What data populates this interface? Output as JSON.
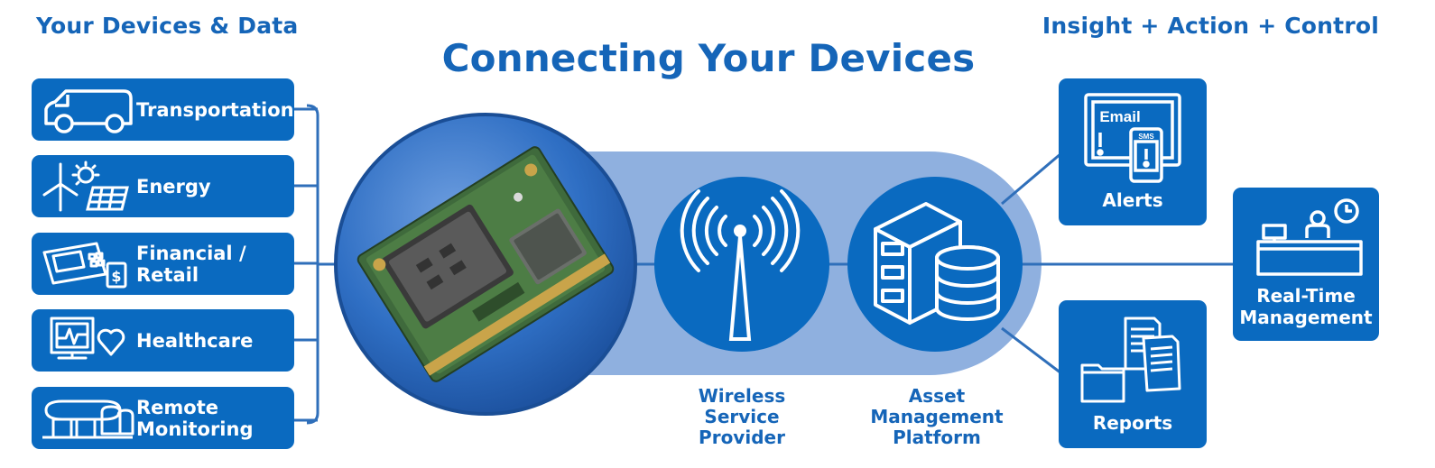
{
  "headings": {
    "left": "Your Devices & Data",
    "center": "Connecting Your Devices",
    "right": "Insight + Action + Control"
  },
  "categories": [
    {
      "label": "Transportation",
      "icon": "van-icon"
    },
    {
      "label": "Energy",
      "icon": "wind-turbine-sun-solar-panel-icon"
    },
    {
      "label": "Financial /\nRetail",
      "icon": "payment-terminal-icon"
    },
    {
      "label": "Healthcare",
      "icon": "heart-monitor-icon"
    },
    {
      "label": "Remote\nMonitoring",
      "icon": "storage-tanks-icon"
    }
  ],
  "hub": {
    "wireless": "Wireless\nService\nProvider",
    "platform": "Asset\nManagement\nPlatform"
  },
  "outputs": {
    "alerts": {
      "label": "Alerts",
      "email_text": "Email",
      "sms_text": "SMS"
    },
    "realtime": {
      "label": "Real-Time\nManagement"
    },
    "reports": {
      "label": "Reports"
    }
  },
  "colors": {
    "primary": "#0a6ac0",
    "heading": "#1565b8",
    "band": "#8fb0df",
    "connector": "#2f6fba"
  }
}
